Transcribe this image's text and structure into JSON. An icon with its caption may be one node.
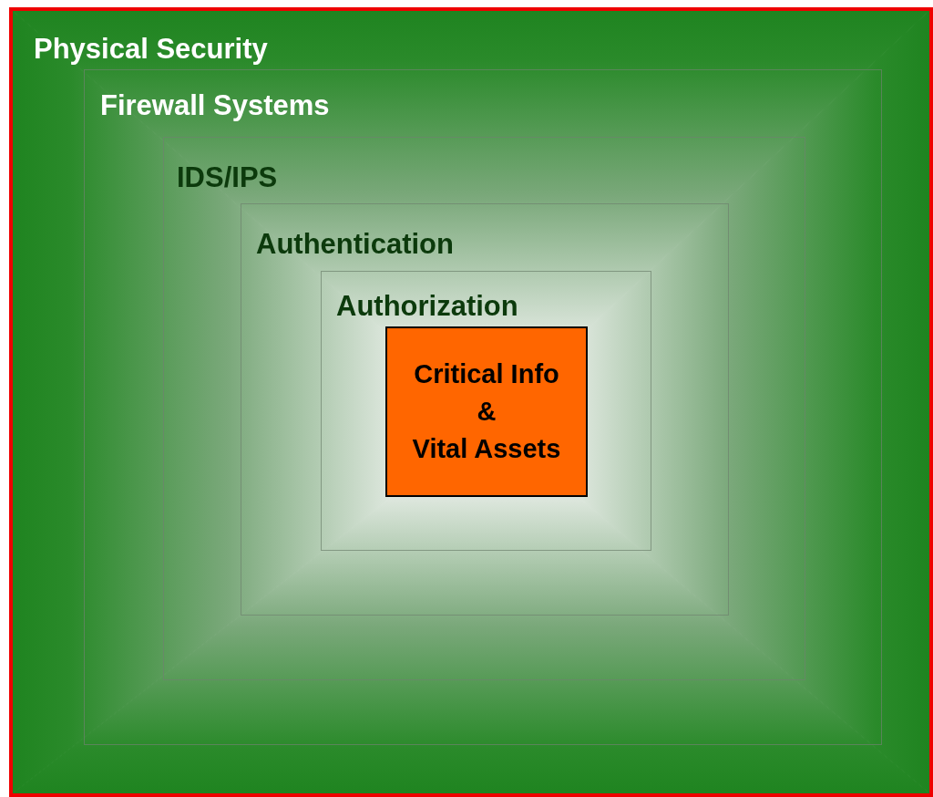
{
  "diagram": {
    "nodes": [
      {
        "text": [
          "Physical Security"
        ]
      },
      {
        "text": [
          "Firewall Systems"
        ],
        "in": 0
      },
      {
        "text": [
          "IDS/IPS"
        ],
        "in": 1
      },
      {
        "text": [
          "Authentication"
        ],
        "in": 2
      },
      {
        "text": [
          "Authorization"
        ],
        "in": 3
      },
      {
        "text": [
          "Critical Info",
          "&",
          "Vital Assets"
        ],
        "in": 4
      }
    ]
  }
}
